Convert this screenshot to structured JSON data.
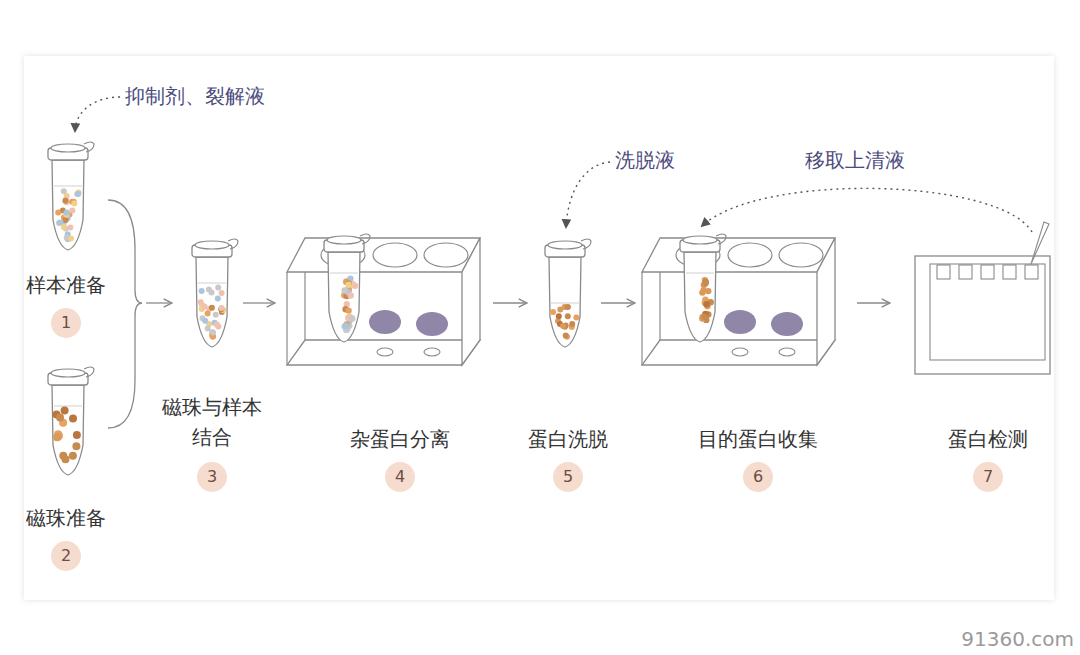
{
  "diagram": {
    "nodes": [
      {
        "text": [
          "样本准备",
          "1"
        ]
      },
      {
        "text": [
          "磁珠准备",
          "2"
        ]
      },
      {
        "text": [
          "磁珠与样本 结合",
          "3"
        ]
      },
      {
        "text": [
          "杂蛋白分离",
          "4"
        ]
      },
      {
        "text": [
          "蛋白洗脱",
          "5"
        ]
      },
      {
        "text": [
          "目的蛋白收集",
          "6"
        ]
      },
      {
        "text": [
          "蛋白检测",
          "7"
        ]
      }
    ],
    "labels": [
      "抑制剂、裂解液",
      "洗脱液",
      "移取上清液",
      "91360.com"
    ]
  }
}
